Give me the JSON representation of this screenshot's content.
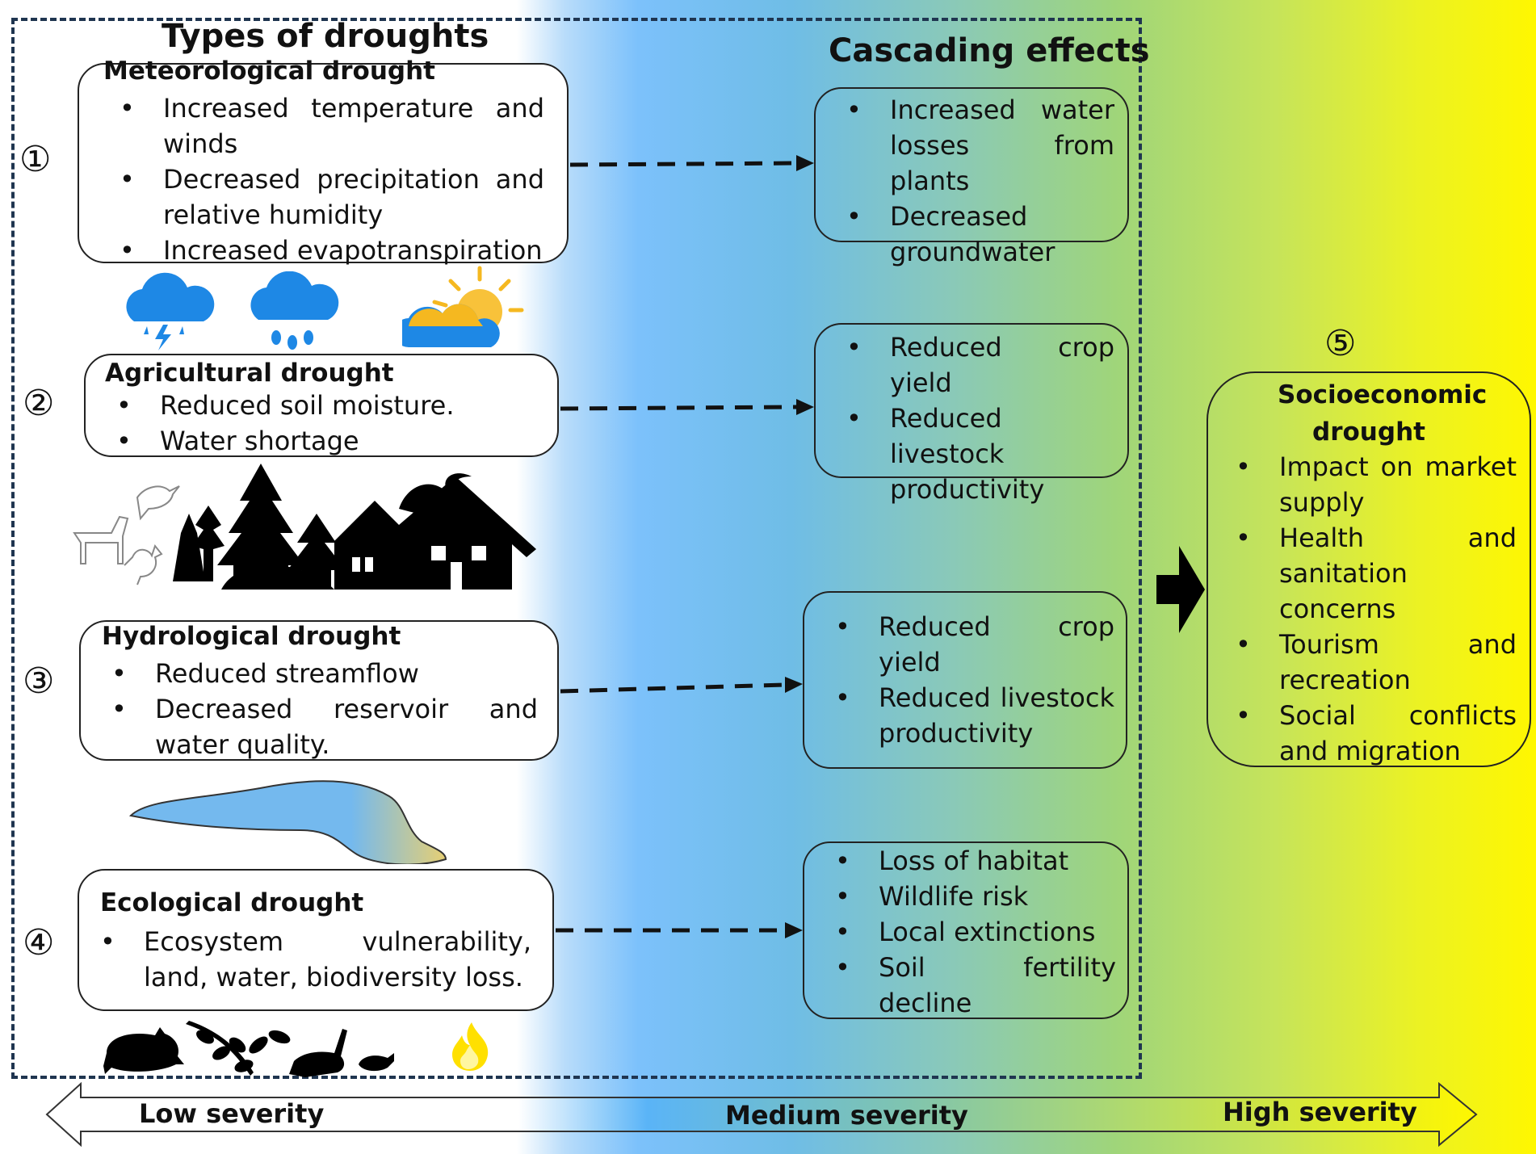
{
  "headings": {
    "types": "Types of droughts",
    "cascading": "Cascading effects"
  },
  "numbers": [
    "①",
    "②",
    "③",
    "④",
    "⑤"
  ],
  "droughts": [
    {
      "title": "Meteorological drought",
      "items": [
        "Increased temperature and winds",
        "Decreased precipitation and relative humidity",
        "Increased evapotranspiration"
      ]
    },
    {
      "title": "Agricultural drought",
      "items": [
        "Reduced soil moisture.",
        "Water shortage"
      ]
    },
    {
      "title": "Hydrological drought",
      "items": [
        "Reduced streamflow",
        "Decreased reservoir and water quality."
      ]
    },
    {
      "title": "Ecological drought",
      "items": [
        "Ecosystem vulnerability, land, water, biodiversity loss."
      ]
    }
  ],
  "effects": [
    {
      "items": [
        "Increased water losses from plants",
        "Decreased groundwater"
      ]
    },
    {
      "items": [
        "Reduced crop yield",
        "Reduced livestock productivity"
      ]
    },
    {
      "items": [
        "Reduced crop yield",
        "Reduced livestock productivity"
      ]
    },
    {
      "items": [
        "Loss of habitat",
        "Wildlife risk",
        "Local extinctions",
        "Soil fertility decline"
      ]
    }
  ],
  "socioeconomic": {
    "title": "Socioeconomic drought",
    "items": [
      "Impact on market supply",
      "Health and sanitation concerns",
      "Tourism and recreation",
      "Social conflicts and migration"
    ]
  },
  "severity": {
    "low": "Low severity",
    "medium": "Medium severity",
    "high": "High severity"
  },
  "colors": {
    "frame": "#1f3550",
    "low": "#ffffff",
    "medium": "#6fbde6",
    "high": "#fff700",
    "cloud": "#1e88e5",
    "sun": "#f5b820",
    "lake": "#74b9ee"
  },
  "icons": [
    "storm-cloud-icon",
    "rain-cloud-icon",
    "partly-sunny-icon",
    "farm-village-silhouette-icon",
    "lake-icon",
    "dead-animals-icon",
    "fire-icon"
  ]
}
